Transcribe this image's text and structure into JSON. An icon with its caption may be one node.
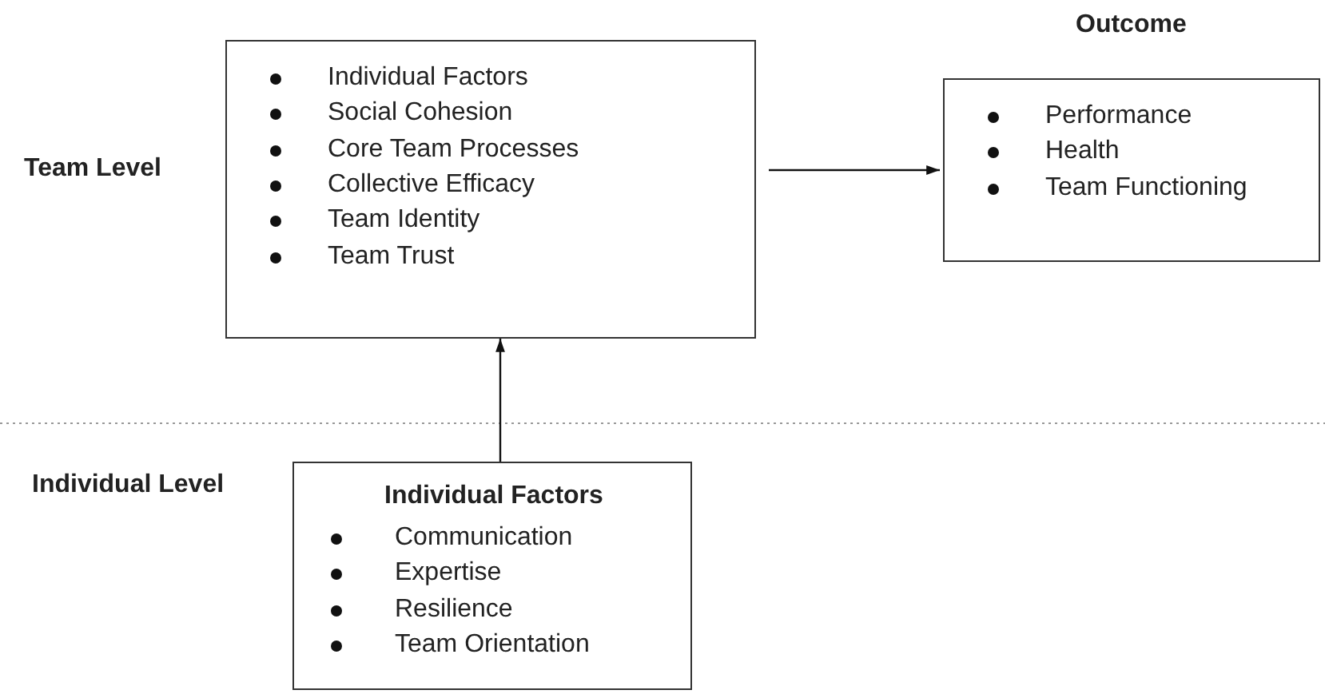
{
  "diagram": {
    "nodes": [
      {
        "text": [
          "Individual Factors",
          "Social Cohesion",
          "Core Team Processes",
          "Collective Efficacy",
          "Team Identity",
          "Team Trust"
        ]
      },
      {
        "text": [
          "Outcome",
          "Performance",
          "Health",
          "Team Functioning"
        ]
      },
      {
        "text": [
          "Individual Factors",
          "Communication",
          "Expertise",
          "Resilience",
          "Team Orientation"
        ]
      }
    ],
    "edges": [
      {
        "from": 0,
        "to": 1,
        "arrow": "to"
      },
      {
        "from": 2,
        "to": 0,
        "arrow": "to"
      }
    ],
    "labels": [
      "Team Level",
      "Individual Level"
    ]
  }
}
